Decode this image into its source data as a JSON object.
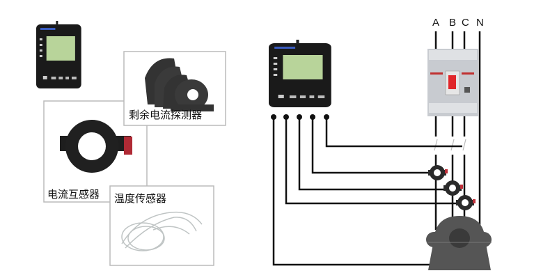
{
  "left_panel": {
    "products": [
      {
        "label": "剩余电流探测器"
      },
      {
        "label": "电流互感器"
      },
      {
        "label": "温度传感器"
      }
    ]
  },
  "wiring_diagram": {
    "phases": [
      "A",
      "B",
      "C",
      "N"
    ]
  },
  "colors": {
    "wire": "#111111",
    "device_body": "#1a1a1a",
    "lcd": "#b8d49a",
    "breaker": "#c8cbd0",
    "breaker_handle": "#e0262a",
    "ct": "#2a2a2a"
  }
}
